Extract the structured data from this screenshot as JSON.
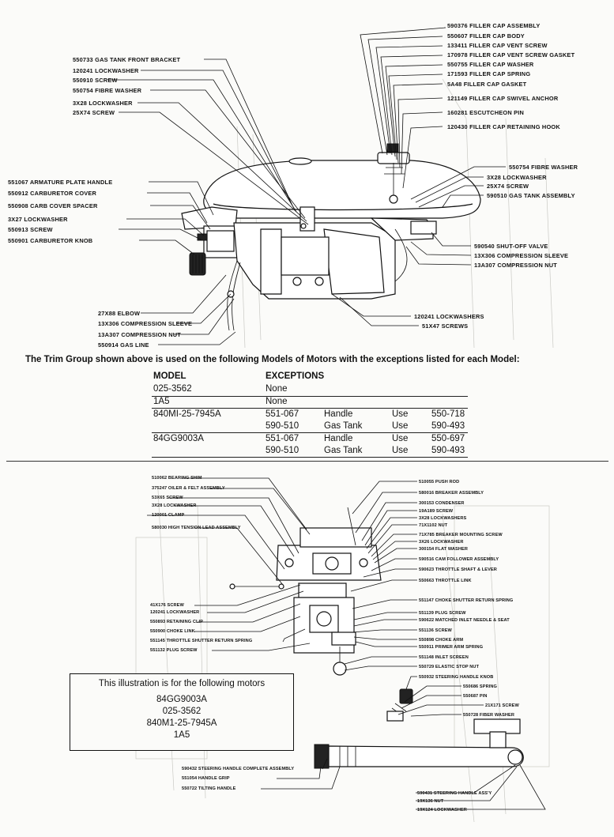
{
  "top_labels_left": [
    "550733 GAS TANK FRONT BRACKET",
    "120241 LOCKWASHER",
    "550910 SCREW",
    "550754 FIBRE WASHER",
    "3X28 LOCKWASHER",
    "25X74 SCREW",
    "551067 ARMATURE PLATE HANDLE",
    "550912 CARBURETOR COVER",
    "550908 CARB COVER SPACER",
    "3X27 LOCKWASHER",
    "550913 SCREW",
    "550901 CARBURETOR KNOB",
    "27X88 ELBOW",
    "13X306 COMPRESSION SLEEVE",
    "13A307 COMPRESSION NUT",
    "550914 GAS LINE"
  ],
  "top_labels_right": [
    "590376 FILLER CAP ASSEMBLY",
    "550607 FILLER CAP BODY",
    "133411 FILLER CAP VENT SCREW",
    "170978 FILLER CAP VENT SCREW GASKET",
    "550755 FILLER CAP WASHER",
    "171593 FILLER CAP SPRING",
    "5A48 FILLER CAP GASKET",
    "121149 FILLER CAP SWIVEL ANCHOR",
    "160281 ESCUTCHEON PIN",
    "120430 FILLER CAP RETAINING HOOK",
    "550754 FIBRE WASHER",
    "3X28 LOCKWASHER",
    "25X74 SCREW",
    "590510 GAS TANK ASSEMBLY",
    "590540 SHUT-OFF VALVE",
    "13X306 COMPRESSION SLEEVE",
    "13A307 COMPRESSION NUT",
    "120241 LOCKWASHERS",
    "51X47 SCREWS"
  ],
  "trim_note": "The Trim Group shown above is used on the following  Models of Motors with the exceptions listed for each Model:",
  "table": {
    "col_model": "MODEL",
    "col_exceptions": "EXCEPTIONS",
    "rows": [
      {
        "model": "025-3562",
        "lines": [
          {
            "part": "None",
            "desc": "",
            "use": "",
            "repl": ""
          }
        ]
      },
      {
        "model": "1A5",
        "lines": [
          {
            "part": "None",
            "desc": "",
            "use": "",
            "repl": ""
          }
        ]
      },
      {
        "model": "840MI-25-7945A",
        "lines": [
          {
            "part": "551-067",
            "desc": "Handle",
            "use": "Use",
            "repl": "550-718"
          },
          {
            "part": "590-510",
            "desc": "Gas Tank",
            "use": "Use",
            "repl": "590-493"
          }
        ]
      },
      {
        "model": "84GG9003A",
        "lines": [
          {
            "part": "551-067",
            "desc": "Handle",
            "use": "Use",
            "repl": "550-697"
          },
          {
            "part": "590-510",
            "desc": "Gas Tank",
            "use": "Use",
            "repl": "590-493"
          }
        ]
      }
    ]
  },
  "bottom_labels_left": [
    "510062 BEARING SHIM",
    "375247 OILER & FELT ASSEMBLY",
    "53X65 SCREW",
    "3X28 LOCKWASHER",
    "120001 CLAMP",
    "580030 HIGH TENSION LEAD ASSEMBLY",
    "41X176 SCREW",
    "120241 LOCKWASHER",
    "550893 RETAINING CLIP",
    "550900 CHOKE LINK",
    "551145 THROTTLE SHUTTER RETURN SPRING",
    "551132 PLUG SCREW",
    "590432 STEERING HANDLE COMPLETE ASSEMBLY",
    "551054 HANDLE GRIP",
    "550722 TILTING HANDLE"
  ],
  "bottom_labels_right": [
    "510055 PUSH ROD",
    "580016 BREAKER ASSEMBLY",
    "300153 CONDENSER",
    "19A189 SCREW",
    "3X28 LOCKWASHERS",
    "71X1102 NUT",
    "71X785 BREAKER MOUNTING SCREW",
    "3X26 LOCKWASHER",
    "300154 FLAT WASHER",
    "590516 CAM FOLLOWER ASSEMBLY",
    "590623 THROTTLE SHAFT & LEVER",
    "550663 THROTTLE LINK",
    "551147 CHOKE SHUTTER RETURN SPRING",
    "551139 PLUG SCREW",
    "590622 MATCHED INLET NEEDLE & SEAT",
    "551136 SCREW",
    "550898 CHOKE ARM",
    "550911 PRIMER ARM SPRING",
    "551148 INLET SCREEN",
    "550729 ELASTIC STOP NUT",
    "550932 STEERING HANDLE KNOB",
    "550686 SPRING",
    "550687 PIN",
    "21X171 SCREW",
    "550728 FIBER WASHER",
    "590431 STEERING HANDLE ASS'Y",
    "19X136 NUT",
    "19X124 LOCKWASHER"
  ],
  "motor_box": {
    "title": "This illustration is for the following motors",
    "models": [
      "84GG9003A",
      "025-3562",
      "840M1-25-7945A",
      "1A5"
    ]
  }
}
